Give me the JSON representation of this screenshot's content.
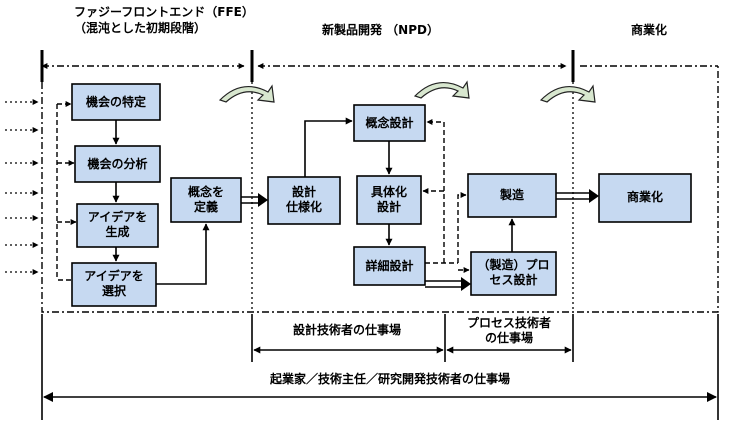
{
  "headers": {
    "ffe": "ファジーフロントエンド（FFE）\n（混沌とした初期段階）",
    "npd": "新製品開発 （NPD）",
    "commercialization": "商業化"
  },
  "boxes": {
    "opportunity_identification": "機会の特定",
    "opportunity_analysis": "機会の分析",
    "idea_generation": "アイデアを\n生成",
    "idea_selection": "アイデアを\n選択",
    "concept_definition": "概念を\n定義",
    "design_specification": "設計\n仕様化",
    "concept_design": "概念設計",
    "embodiment_design": "具体化\n設計",
    "detail_design": "詳細設計",
    "manufacturing": "製造",
    "process_design": "（製造）プロ\nセス設計",
    "commercialize": "商業化"
  },
  "workplaces": {
    "design_engineer": "設計技術者の仕事場",
    "process_engineer": "プロセス技術者\nの仕事場",
    "entrepreneur": "起業家／技術主任／研究開発技術者の仕事場"
  }
}
